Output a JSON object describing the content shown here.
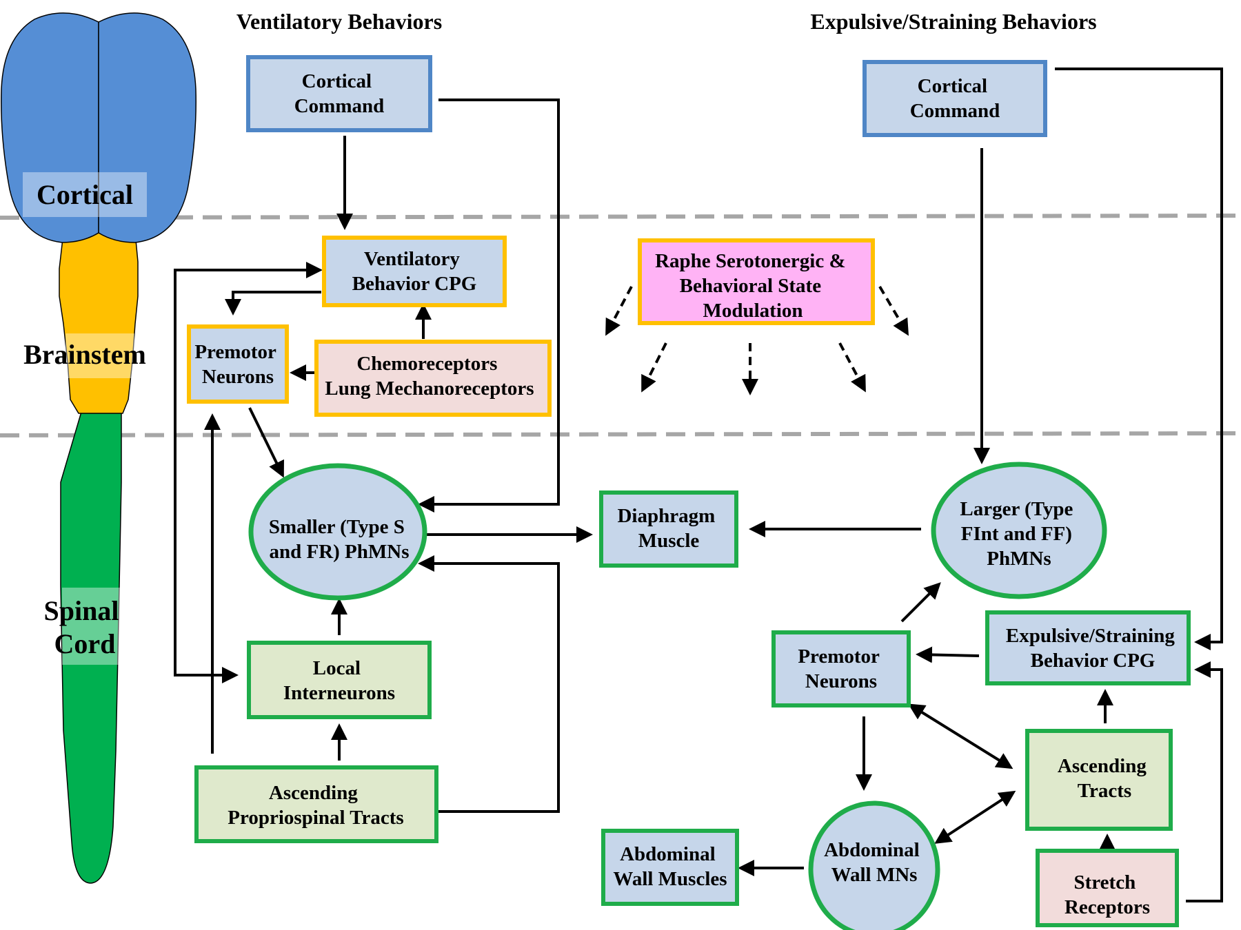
{
  "headings": {
    "ventilatory": "Ventilatory Behaviors",
    "expulsive": "Expulsive/Straining Behaviors"
  },
  "regions": {
    "cortical": "Cortical",
    "brainstem": "Brainstem",
    "spinal_cord": [
      "Spinal",
      "Cord"
    ]
  },
  "nodes": {
    "v_cortical": [
      "Cortical",
      "Command"
    ],
    "v_cpg": [
      "Ventilatory",
      "Behavior CPG"
    ],
    "v_premotor": [
      "Premotor",
      "Neurons"
    ],
    "v_chemo": [
      "Chemoreceptors",
      "Lung Mechanoreceptors"
    ],
    "v_smaller": [
      "Smaller (Type S",
      "and FR) PhMNs"
    ],
    "v_local": [
      "Local",
      "Interneurons"
    ],
    "v_ascending": [
      "Ascending",
      "Propriospinal Tracts"
    ],
    "raphe": [
      "Raphe Serotonergic &",
      "Behavioral State",
      "Modulation"
    ],
    "diaphragm": [
      "Diaphragm",
      "Muscle"
    ],
    "e_cortical": [
      "Cortical",
      "Command"
    ],
    "e_larger": [
      "Larger (Type",
      "FInt and FF)",
      "PhMNs"
    ],
    "e_premotor": [
      "Premotor",
      "Neurons"
    ],
    "e_cpg": [
      "Expulsive/Straining",
      "Behavior CPG"
    ],
    "e_ascending": [
      "Ascending",
      "Tracts"
    ],
    "abd_mns": [
      "Abdominal",
      "Wall MNs"
    ],
    "abd_muscles": [
      "Abdominal",
      "Wall Muscles"
    ],
    "stretch": [
      "Stretch",
      "Receptors"
    ]
  },
  "colors": {
    "cortex_blue": "#558ed5",
    "brainstem_yellow": "#ffc000",
    "spinal_green": "#00b050",
    "box_fill_blue": "#c6d6ea",
    "box_border_blue": "#4f86c6",
    "box_border_orange": "#ffc000",
    "box_border_green": "#1fac4a",
    "fill_pink_light": "#f2dcdb",
    "fill_green_light": "#dfe9cc",
    "fill_magenta": "#ffb3f5",
    "dashed_gray": "#a6a6a6"
  }
}
